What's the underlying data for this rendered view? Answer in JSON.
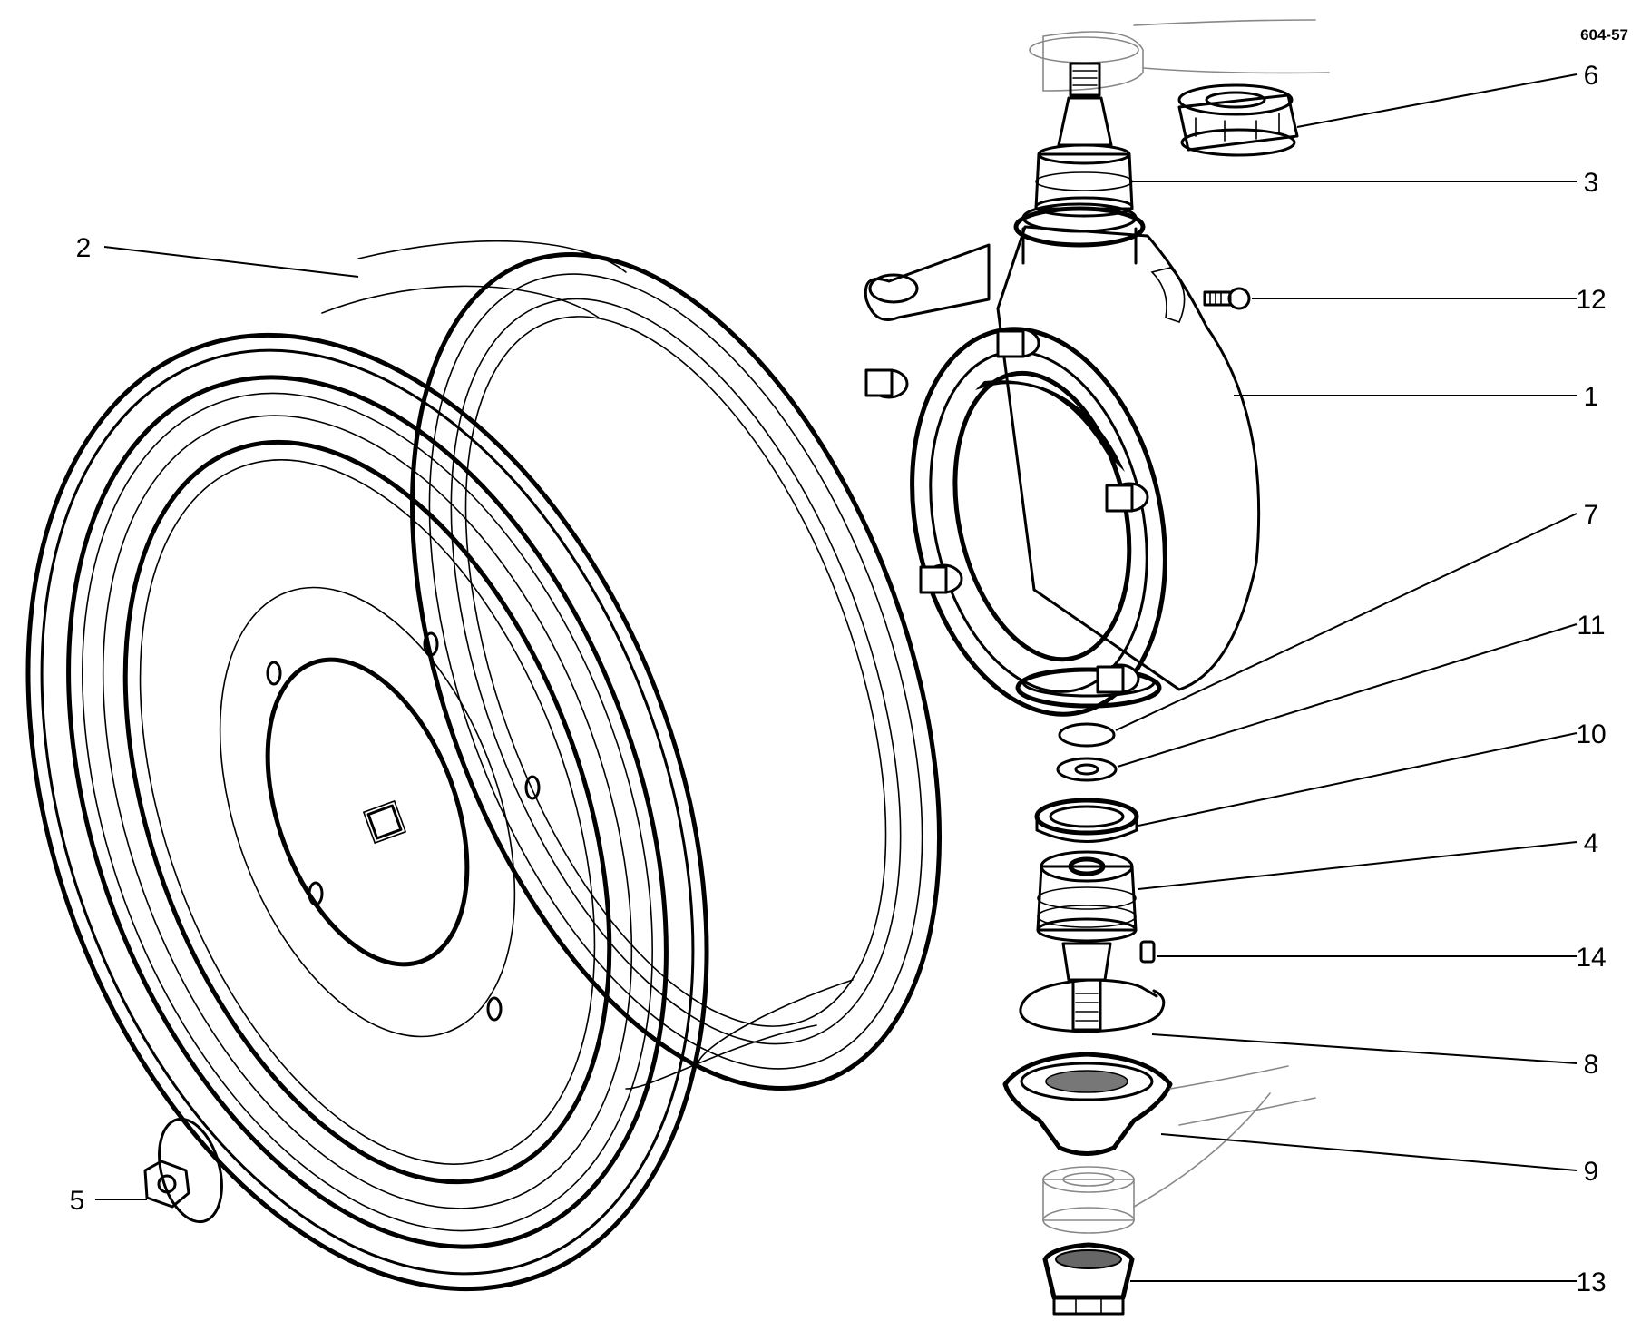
{
  "drawing_code": "604-57",
  "callouts": [
    "1",
    "2",
    "3",
    "4",
    "5",
    "6",
    "7",
    "8",
    "9",
    "10",
    "11",
    "12",
    "13",
    "14"
  ],
  "colors": {
    "line": "#000000",
    "ghost": "#888888",
    "rubber": "#333333",
    "background": "#ffffff"
  }
}
